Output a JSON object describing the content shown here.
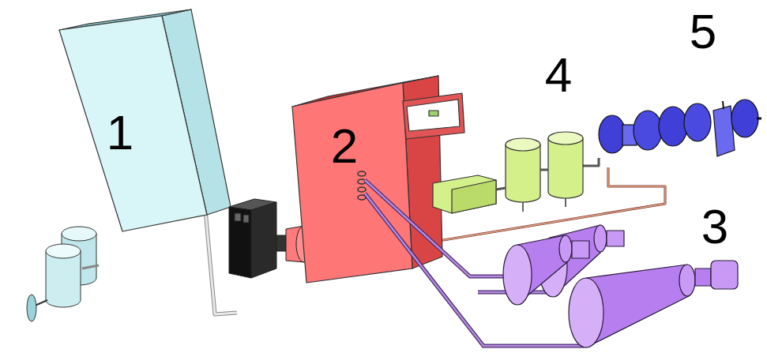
{
  "diagram": {
    "labels": [
      "1",
      "2",
      "4",
      "5",
      "3"
    ]
  }
}
